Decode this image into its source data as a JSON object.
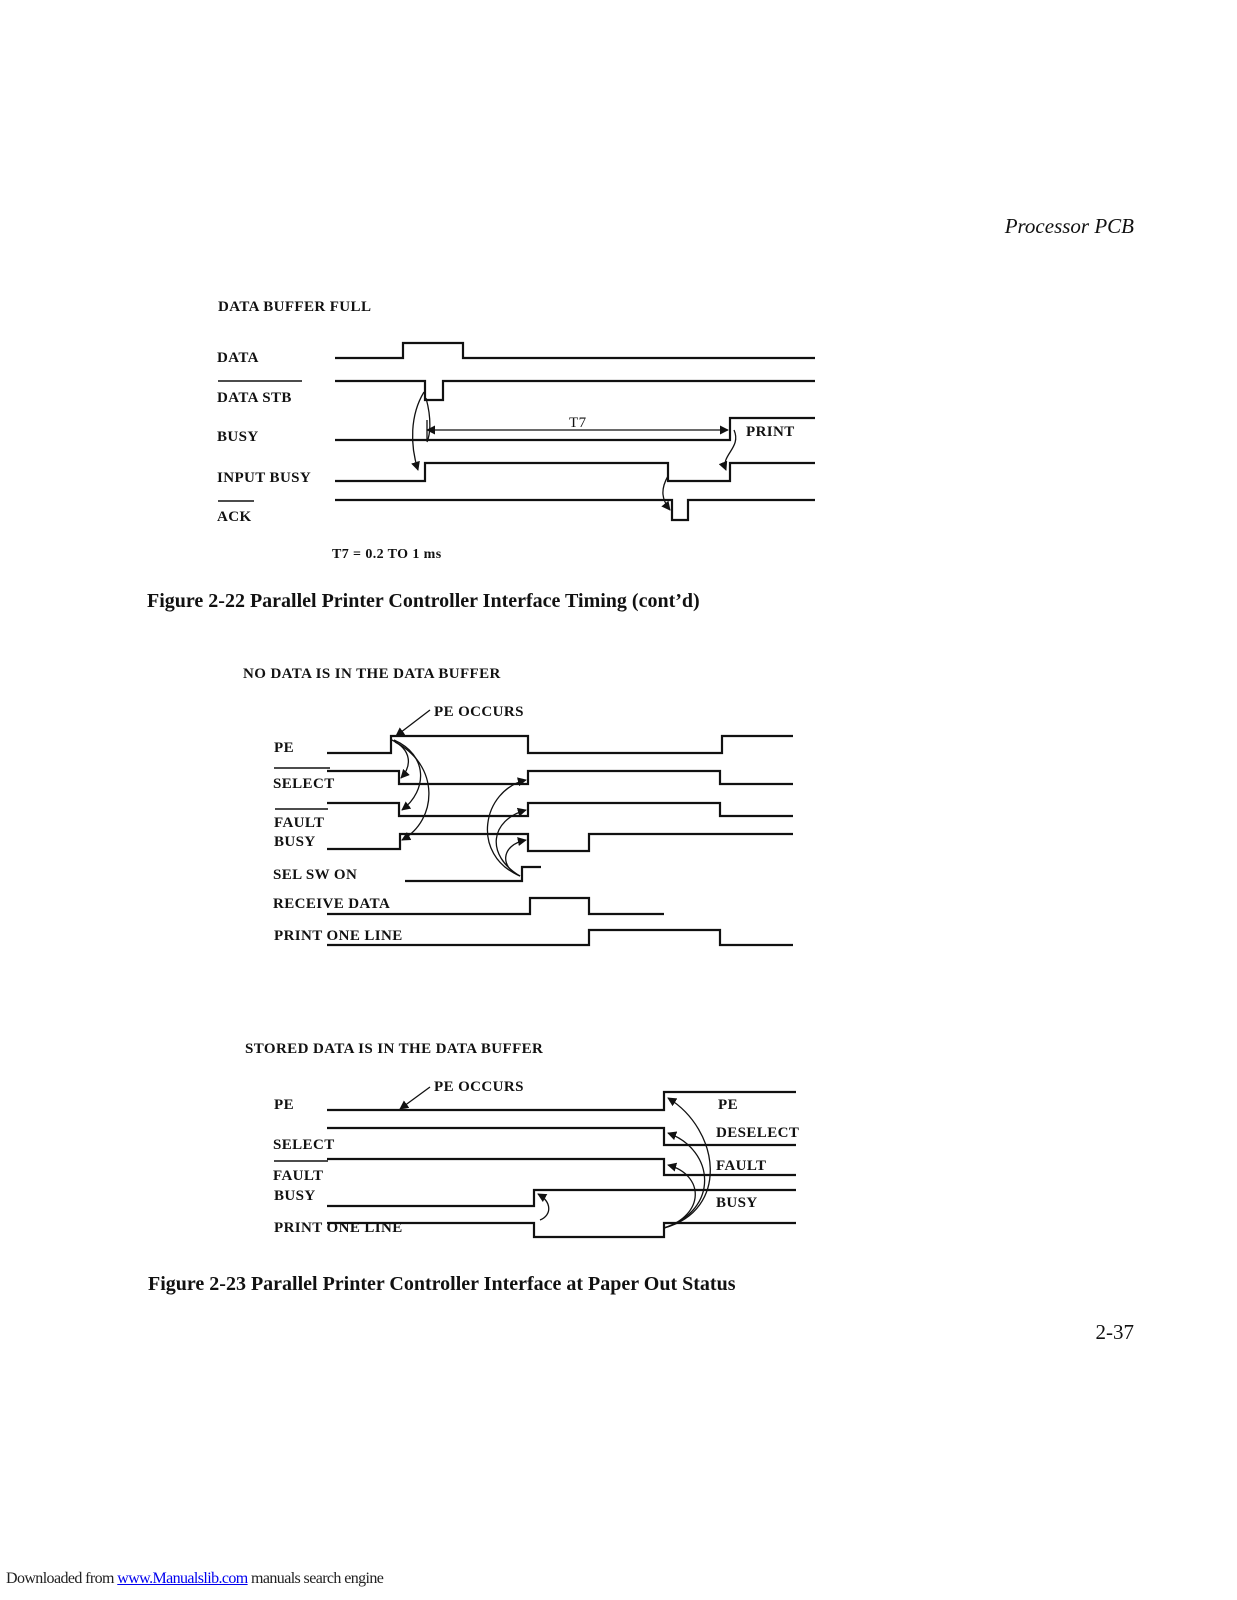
{
  "header": {
    "title": "Processor PCB"
  },
  "page_number": "2-37",
  "figure_22": {
    "section_title": "DATA BUFFER FULL",
    "signals": [
      "DATA",
      "DATA STB",
      "BUSY",
      "INPUT BUSY",
      "ACK"
    ],
    "interval_label": "T7",
    "print_label": "PRINT",
    "note": "T7 = 0.2 TO 1 ms",
    "caption": "Figure 2-22  Parallel Printer Controller Interface Timing (cont’d)"
  },
  "figure_23a": {
    "section_title": "NO DATA IS IN THE DATA BUFFER",
    "event_label": "PE OCCURS",
    "signals": [
      "PE",
      "SELECT",
      "FAULT",
      "BUSY",
      "SEL SW ON",
      "RECEIVE DATA",
      "PRINT ONE LINE"
    ]
  },
  "figure_23b": {
    "section_title": "STORED DATA IS IN THE DATA BUFFER",
    "event_label": "PE OCCURS",
    "signals": [
      "PE",
      "SELECT",
      "FAULT",
      "BUSY",
      "PRINT ONE LINE"
    ],
    "right_labels": [
      "PE",
      "DESELECT",
      "FAULT",
      "BUSY"
    ],
    "caption": "Figure 2-23  Parallel Printer Controller Interface at Paper Out Status"
  },
  "footer": {
    "prefix": "Downloaded from ",
    "link": "www.Manualslib.com",
    "suffix": "  manuals search engine"
  }
}
